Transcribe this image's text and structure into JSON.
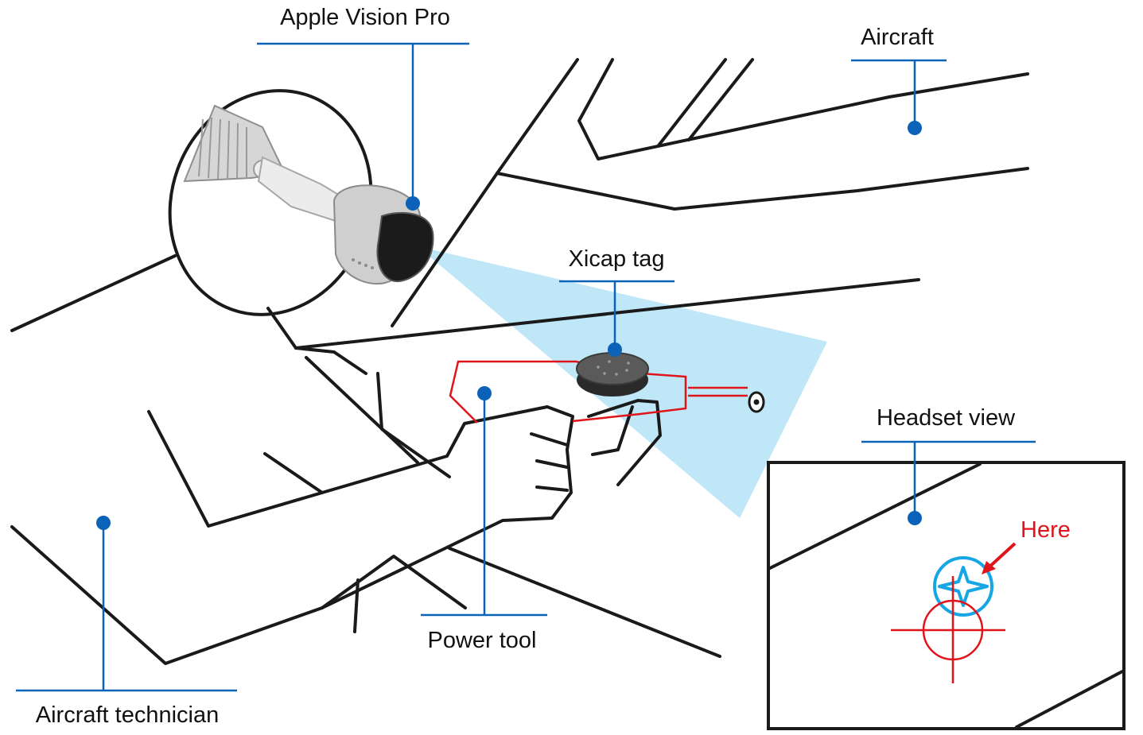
{
  "labels": {
    "headset": "Apple Vision Pro",
    "aircraft": "Aircraft",
    "tag": "Xicap tag",
    "headset_view": "Headset view",
    "target_hint": "Here",
    "power_tool": "Power tool",
    "technician": "Aircraft technician"
  },
  "icons": {
    "headset": "vr-headset-icon",
    "tag": "puck-sensor-icon",
    "target_marker": "four-point-star-icon",
    "crosshair": "crosshair-icon",
    "screw": "screw-head-icon"
  },
  "colors": {
    "line": "#1a1a1a",
    "callout": "#0a63b8",
    "tool_outline": "#e0141b",
    "view_cone": "#bfe7f8",
    "target_marker": "#16a6e6",
    "hint": "#e0141b"
  }
}
